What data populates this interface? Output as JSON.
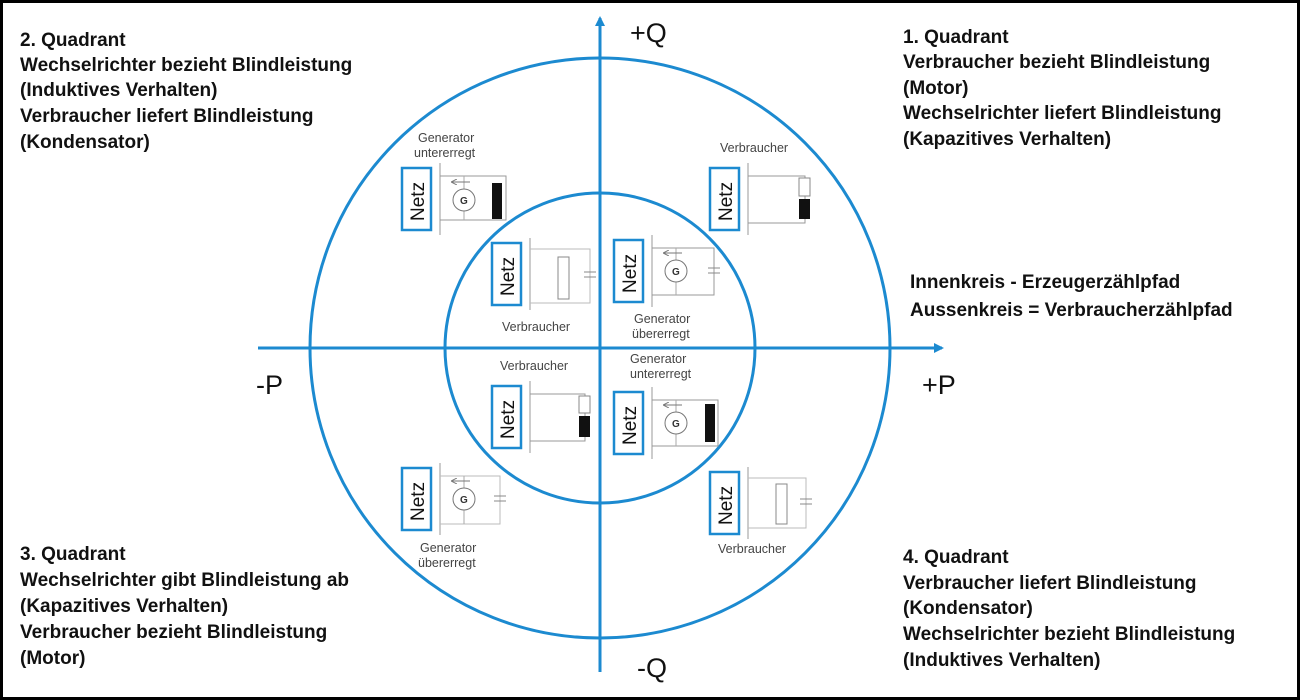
{
  "colors": {
    "circle": "#1c8ad0",
    "axis": "#1c8ad0",
    "netz_border": "#1c8ad0",
    "border": "#000000",
    "text": "#111111",
    "wire": "#999999"
  },
  "axes": {
    "q_pos": "+Q",
    "q_neg": "-Q",
    "p_pos": "+P",
    "p_neg": "-P"
  },
  "quadrants": {
    "q1": [
      "1. Quadrant",
      "Verbraucher bezieht Blindleistung",
      "(Motor)",
      "Wechselrichter liefert Blindleistung",
      "(Kapazitives Verhalten)"
    ],
    "q2": [
      "2. Quadrant",
      "Wechselrichter bezieht Blindleistung",
      "(Induktives Verhalten)",
      "Verbraucher liefert Blindleistung",
      "(Kondensator)"
    ],
    "q3": [
      "3. Quadrant",
      "Wechselrichter gibt Blindleistung ab",
      "(Kapazitives Verhalten)",
      "Verbraucher bezieht Blindleistung",
      "(Motor)"
    ],
    "q4": [
      "4. Quadrant",
      "Verbraucher liefert Blindleistung",
      "(Kondensator)",
      "Wechselrichter bezieht Blindleistung",
      "(Induktives Verhalten)"
    ]
  },
  "legend": [
    "Innenkreis - Erzeugerzählpfad",
    "Aussenkreis = Verbraucherzählpfad"
  ],
  "circuit": {
    "netz": "Netz",
    "g": "G"
  },
  "labels": {
    "outer_q2": [
      "Generator",
      "untererregt"
    ],
    "outer_q1": "Verbraucher",
    "inner_q2": "Verbraucher",
    "inner_q1": [
      "Generator",
      "übererregt"
    ],
    "inner_q3": "Verbraucher",
    "inner_q4": [
      "Generator",
      "untererregt"
    ],
    "outer_q3": [
      "Generator",
      "übererregt"
    ],
    "outer_q4": "Verbraucher"
  }
}
